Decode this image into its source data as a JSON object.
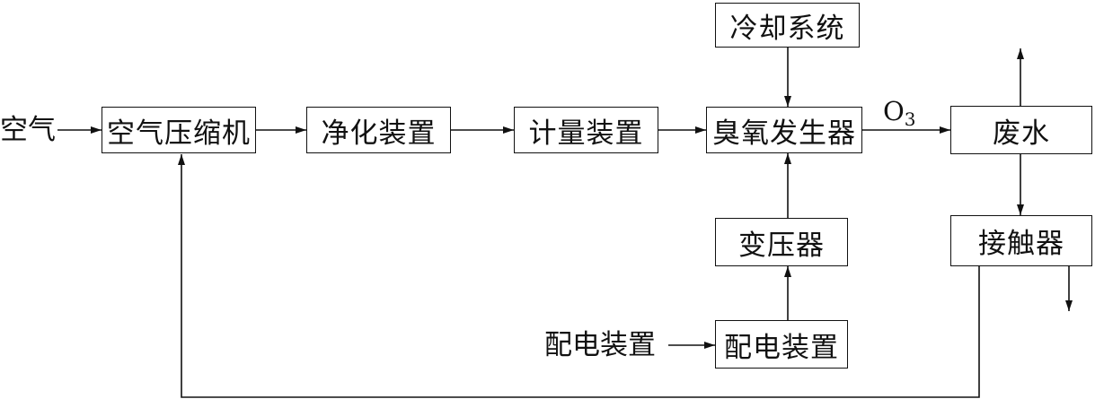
{
  "diagram": {
    "input_air": "空气",
    "compressor": "空气压缩机",
    "purifier": "净化装置",
    "meter": "计量装置",
    "generator": "臭氧发生器",
    "cooling": "冷却系统",
    "transformer": "变压器",
    "power_box": "配电装置",
    "power_input": "配电装置",
    "wastewater": "废水",
    "contactor": "接触器",
    "ozone_symbol": "O",
    "ozone_subscript": "3"
  }
}
